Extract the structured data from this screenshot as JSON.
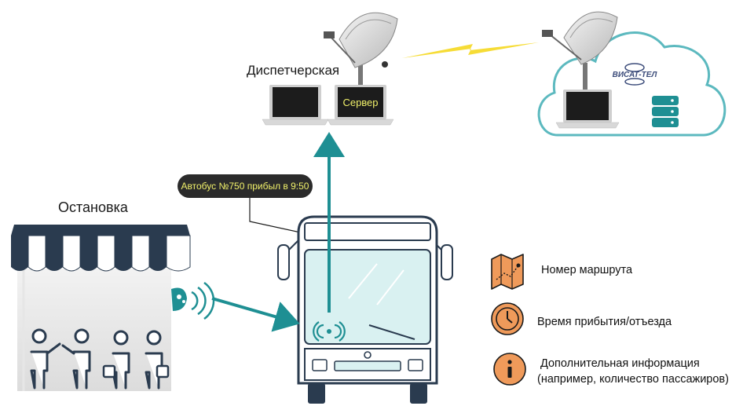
{
  "labels": {
    "dispatch": "Диспетчерская",
    "server": "Сервер",
    "stop": "Остановка",
    "bus_message": "Автобус №750 прибыл в 9:50",
    "provider_logo": "ВИСАТ-ТЕЛ"
  },
  "legend": [
    {
      "icon": "map-route-icon",
      "text": "Номер маршрута"
    },
    {
      "icon": "clock-icon",
      "text": "Время прибытия/отъезда"
    },
    {
      "icon": "info-icon",
      "text": "Дополнительная информация"
    },
    {
      "icon": "",
      "text": "(например, количество пассажиров)"
    }
  ],
  "colors": {
    "teal": "#1e8f93",
    "orange": "#ef9a5a",
    "awning": "#2a3b4f",
    "lightning": "#f5d820",
    "server_text": "#f0f06a"
  }
}
